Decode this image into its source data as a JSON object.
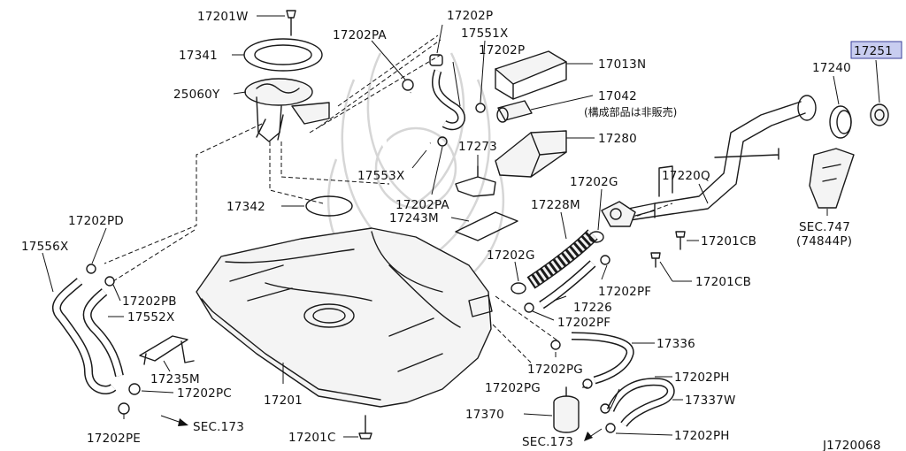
{
  "diagram_id": "J1720068",
  "labels": {
    "p17201W": "17201W",
    "p17341": "17341",
    "p25060Y": "25060Y",
    "p17202PA_top": "17202PA",
    "p17202P_top": "17202P",
    "p17551X": "17551X",
    "p17202P_mid": "17202P",
    "p17013N": "17013N",
    "p17042": "17042",
    "p17042_note": "(構成部品は非販売)",
    "p17280": "17280",
    "p17273": "17273",
    "p17553X": "17553X",
    "p17202PA_low": "17202PA",
    "p17342": "17342",
    "p17243M": "17243M",
    "p17202PD": "17202PD",
    "p17556X": "17556X",
    "p17202PB": "17202PB",
    "p17552X": "17552X",
    "p17235M": "17235M",
    "p17202PC": "17202PC",
    "p17202PE": "17202PE",
    "sec173_left": "SEC.173",
    "p17201": "17201",
    "p17201C": "17201C",
    "p17228M": "17228M",
    "p17202G_top": "17202G",
    "p17202G_low": "17202G",
    "p17226": "17226",
    "p17202PF_top": "17202PF",
    "p17202PF_low": "17202PF",
    "p17336": "17336",
    "p17202PG_top": "17202PG",
    "p17202PG_low": "17202PG",
    "p17370": "17370",
    "sec173_bottom": "SEC.173",
    "p17202PH_top": "17202PH",
    "p17337W": "17337W",
    "p17202PH_low": "17202PH",
    "p17220Q": "17220Q",
    "p17201CB_top": "17201CB",
    "p17201CB_low": "17201CB",
    "p17240": "17240",
    "p17251": "17251",
    "sec747": "SEC.747",
    "sec747_sub": "(74844P)"
  },
  "highlight_color": "#c8cdf0"
}
